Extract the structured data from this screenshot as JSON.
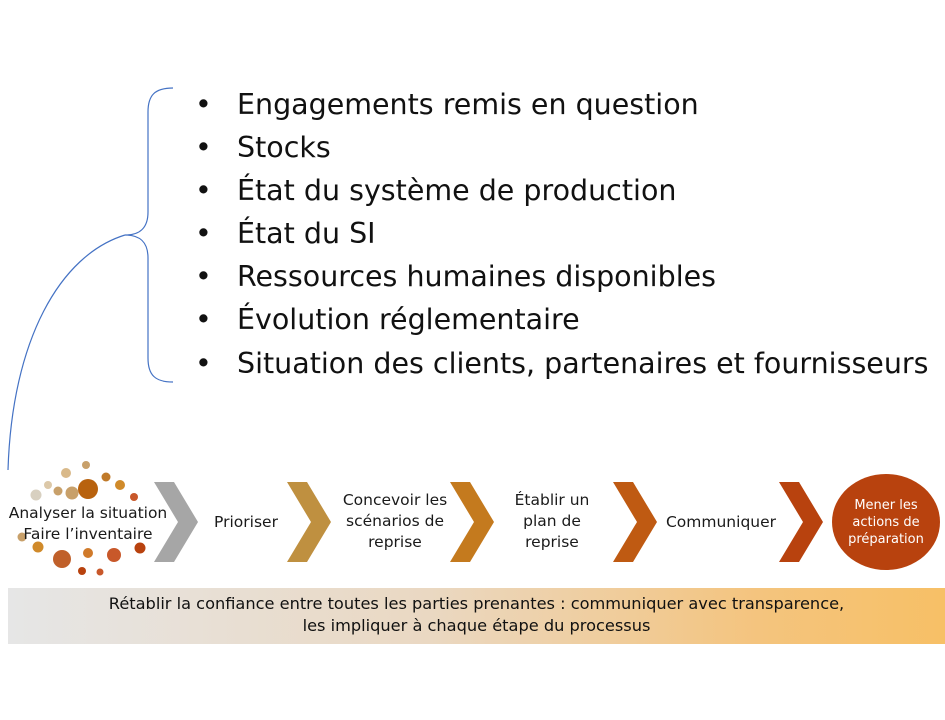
{
  "bullets": [
    "Engagements remis en question",
    "Stocks",
    "État du système de production",
    "État du SI",
    "Ressources humaines disponibles",
    "Évolution réglementaire",
    "Situation des clients, partenaires et fournisseurs"
  ],
  "bullet_glyph": "•",
  "steps": {
    "step1_line1": "Analyser la situation",
    "step1_line2": "Faire l’inventaire",
    "step2": "Prioriser",
    "step3_line1": "Concevoir les",
    "step3_line2": "scénarios de",
    "step3_line3": "reprise",
    "step4_line1": "Établir un",
    "step4_line2": "plan de",
    "step4_line3": "reprise",
    "step5": "Communiquer",
    "step6": "Mener les\nactions de\npréparation"
  },
  "banner": {
    "line1": "Rétablir la confiance entre toutes les parties prenantes : communiquer avec transparence,",
    "line2": "les impliquer à chaque étape du processus"
  },
  "colors": {
    "connector": "#4472c4",
    "chevron_1": "#a6a6a6",
    "chevron_2": "#bf9040",
    "chevron_3": "#c47a1e",
    "chevron_4": "#bf5a12",
    "chevron_5": "#b8420e",
    "final_circle": "#b8420e"
  }
}
